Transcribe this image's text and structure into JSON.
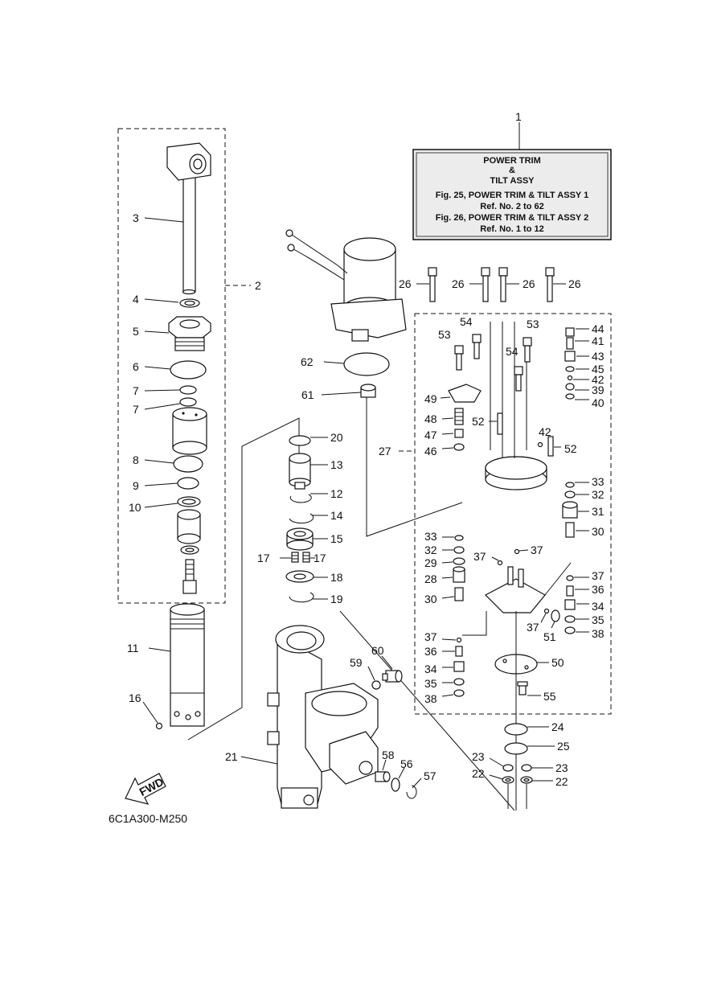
{
  "info_box": {
    "ref": "1",
    "line1": "POWER TRIM",
    "line2": "&",
    "line3": "TILT ASSY",
    "line4": "Fig. 25, POWER TRIM & TILT ASSY 1",
    "line5": "Ref. No. 2 to 62",
    "line6": "Fig. 26, POWER TRIM & TILT ASSY 2",
    "line7": "Ref. No. 1 to 12"
  },
  "diagram_code": "6C1A300-M250",
  "fwd_label": "FWD",
  "callouts": {
    "c2": "2",
    "c3": "3",
    "c4": "4",
    "c5": "5",
    "c6": "6",
    "c7a": "7",
    "c7b": "7",
    "c8": "8",
    "c9": "9",
    "c10": "10",
    "c11": "11",
    "c12": "12",
    "c13": "13",
    "c14": "14",
    "c15": "15",
    "c16": "16",
    "c17a": "17",
    "c17b": "17",
    "c18": "18",
    "c19": "19",
    "c20": "20",
    "c21": "21",
    "c22a": "22",
    "c22b": "22",
    "c23a": "23",
    "c23b": "23",
    "c24": "24",
    "c25": "25",
    "c26a": "26",
    "c26b": "26",
    "c26c": "26",
    "c26d": "26",
    "c27": "27",
    "c28": "28",
    "c29": "29",
    "c30a": "30",
    "c30b": "30",
    "c31": "31",
    "c32a": "32",
    "c32b": "32",
    "c33a": "33",
    "c33b": "33",
    "c34a": "34",
    "c34b": "34",
    "c35a": "35",
    "c35b": "35",
    "c36a": "36",
    "c36b": "36",
    "c37a": "37",
    "c37b": "37",
    "c37c": "37",
    "c37d": "37",
    "c37e": "37",
    "c38a": "38",
    "c38b": "38",
    "c39": "39",
    "c40": "40",
    "c41": "41",
    "c42a": "42",
    "c42b": "42",
    "c43": "43",
    "c44": "44",
    "c45": "45",
    "c46": "46",
    "c47": "47",
    "c48": "48",
    "c49": "49",
    "c50": "50",
    "c51": "51",
    "c52a": "52",
    "c52b": "52",
    "c53a": "53",
    "c53b": "53",
    "c54a": "54",
    "c54b": "54",
    "c55": "55",
    "c56": "56",
    "c57": "57",
    "c58": "58",
    "c59": "59",
    "c60": "60",
    "c61": "61",
    "c62": "62"
  },
  "colors": {
    "ink": "#111111",
    "paper": "#ffffff",
    "box_fill": "#ececec"
  }
}
